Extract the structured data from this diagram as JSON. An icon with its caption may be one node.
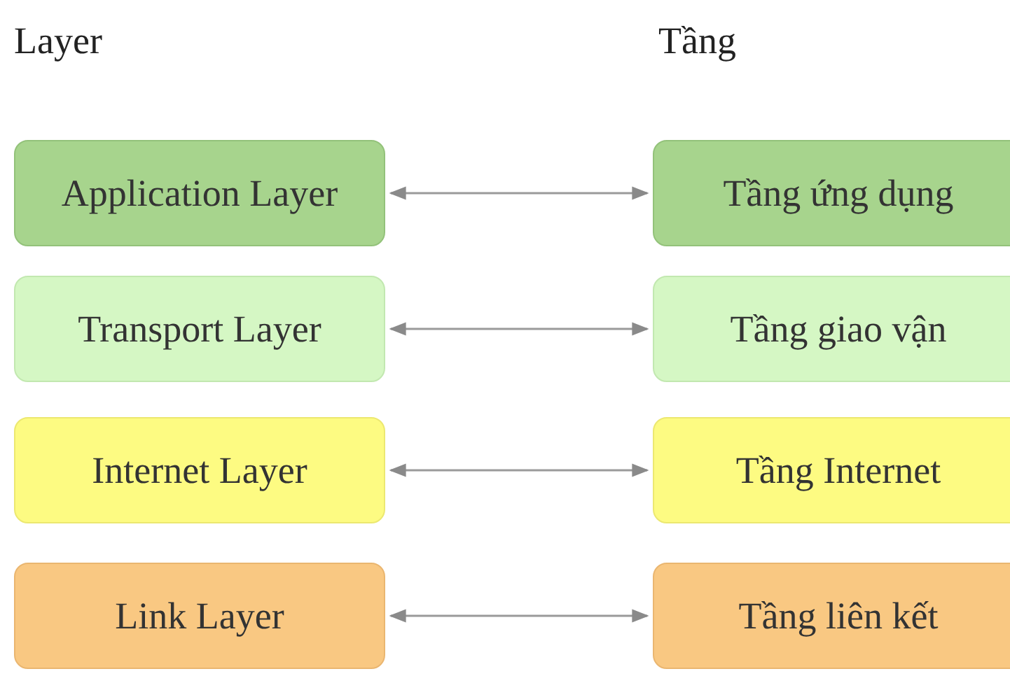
{
  "diagram": {
    "nodes": [
      {
        "text": [
          "Application Layer"
        ]
      },
      {
        "text": [
          "Tầng ứng dụng"
        ]
      },
      {
        "text": [
          "Transport Layer"
        ]
      },
      {
        "text": [
          "Tầng giao vận"
        ]
      },
      {
        "text": [
          "Internet Layer"
        ]
      },
      {
        "text": [
          "Tầng Internet"
        ]
      },
      {
        "text": [
          "Link Layer"
        ]
      },
      {
        "text": [
          "Tầng liên kết"
        ]
      }
    ],
    "edges": [
      {
        "from": 0,
        "to": 1,
        "arrow": "both"
      },
      {
        "from": 2,
        "to": 3,
        "arrow": "both"
      },
      {
        "from": 4,
        "to": 5,
        "arrow": "both"
      },
      {
        "from": 6,
        "to": 7,
        "arrow": "both"
      }
    ],
    "labels": [
      "Layer",
      "Tầng"
    ]
  }
}
